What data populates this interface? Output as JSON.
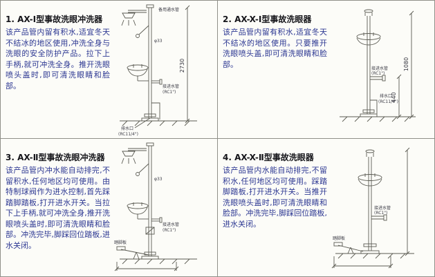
{
  "colors": {
    "background": "#fcfcf8",
    "border": "#8f8f88",
    "title_text": "#15151a",
    "body_text": "#2c3792",
    "drawing_line": "#5a5a52"
  },
  "panels": [
    {
      "title": "1. AX-Ⅰ型事故洗眼冲洗器",
      "description": "该产品管内留有积水,适宜冬天不结冰的地区使用,冲洗全身与洗眼的安全防护产品。拉下上手柄,就可冲洗全身。推开洗眼喷头盖时,即可清洗眼睛和脸部。",
      "labels": {
        "top_pipe": "备用通水管",
        "diameter": "φ33",
        "inlet": "接进水管",
        "inlet_spec": "(RC1\")",
        "drain": "排水口",
        "drain_spec": "(RC11/4\")",
        "height": "2730"
      }
    },
    {
      "title": "2. AX-X-Ⅰ型事故洗眼器",
      "description": "该产品管内留有积水,适宜冬天不结冰的地区使用。只要推开洗眼喷头盖,即可清洗眼睛和脸部。",
      "labels": {
        "inlet": "接进水管",
        "inlet_spec": "(RC1\")",
        "drain": "排水口",
        "drain_spec": "(RC11/4\")",
        "height": "1080",
        "lower_height": "440"
      }
    },
    {
      "title": "3. AX-Ⅱ型事故洗眼冲洗器",
      "description": "该产品管内冲水能自动排完,不留积水,任何地区均可使用。由特制球阀作为进水控制,首先踩踏脚踏板,打开进水开关。当拉下上手柄,就可冲洗全身,推开洗眼喷头盖时,即可清洗眼睛和脸部。冲洗完毕,脚踩回位踏板,进水关闭。",
      "labels": {
        "diameter": "φ33",
        "inlet": "接进水管",
        "inlet_spec": "(RC1\")",
        "pedal": "踏脚板"
      }
    },
    {
      "title": "4. AX-X-Ⅱ型事故洗眼器",
      "description": "该产品管内水能自动排完,不留积水,任何地区均可使用。踩踏脚踏板,打开进水开关。当推开洗眼喷头盖时,即可清洗眼睛和脸部。冲洗完毕,脚踩回位踏板,进水关闭。",
      "labels": {
        "inlet": "接进水管",
        "inlet_spec": "(RC1\")",
        "pedal": "踏脚板"
      }
    }
  ]
}
